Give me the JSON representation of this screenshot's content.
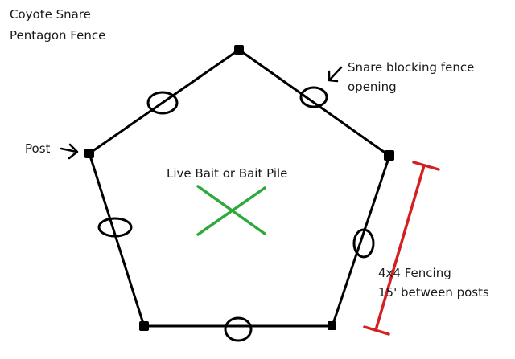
{
  "title": [
    "Coyote Snare",
    "Pentagon Fence"
  ],
  "labels": {
    "snare": [
      "Snare blocking fence",
      "opening"
    ],
    "post": "Post",
    "bait": "Live Bait or Bait Pile",
    "fencing": [
      "4x4 Fencing",
      "15' between posts"
    ]
  },
  "colors": {
    "line": "#000000",
    "bait_marker": "#2eaa3c",
    "measure": "#d42020",
    "text": "#1a1a1a"
  }
}
